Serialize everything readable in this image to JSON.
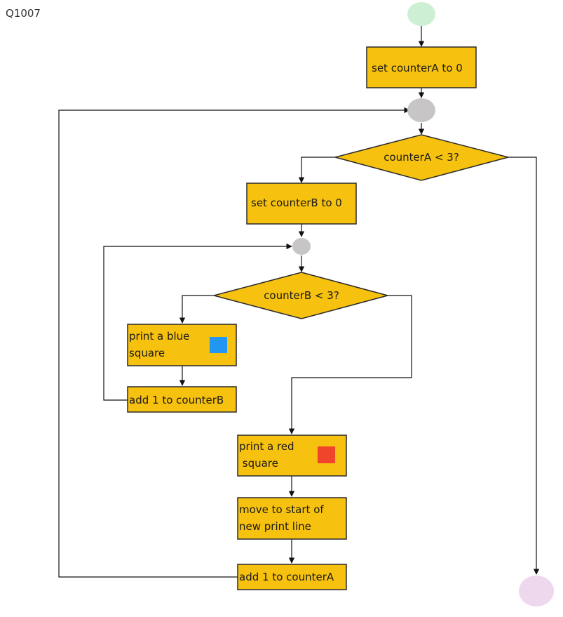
{
  "question_id": "Q1007",
  "colors": {
    "box_fill": "#F7C10F",
    "box_stroke": "#2b2b2b",
    "diamond_fill": "#F7C10F",
    "start": "#CDEFD3",
    "end": "#EED8EE",
    "join": "#C8C5C6",
    "blue_square": "#2196F3",
    "red_square": "#F0452A",
    "arrow": "#111111"
  },
  "nodes": {
    "set_counter_a": "set counterA to 0",
    "cond_a": "counterA < 3?",
    "set_counter_b": "set counterB to 0",
    "cond_b": "counterB < 3?",
    "print_blue_line1": "print a blue",
    "print_blue_line2": "square",
    "add_counter_b": "add 1 to counterB",
    "print_red_line1": "print a red",
    "print_red_line2": " square",
    "move_line1": "move to start of",
    "move_line2": "new print line",
    "add_counter_a": "add 1 to counterA"
  }
}
